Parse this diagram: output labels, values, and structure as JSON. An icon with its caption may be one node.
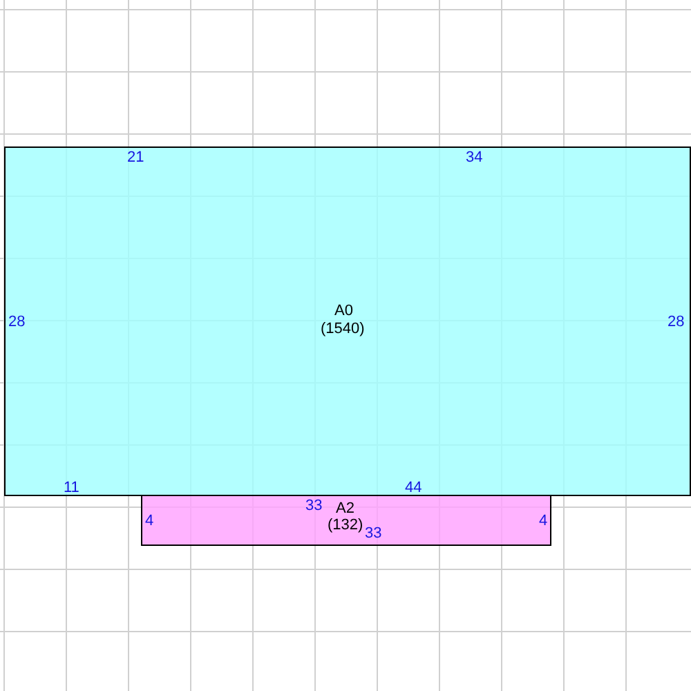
{
  "diagram": {
    "nodes": [
      {
        "text": [
          "21",
          "34",
          "28",
          "A0",
          "(1540)",
          "28",
          "11",
          "44"
        ]
      },
      {
        "text": [
          "33",
          "A2",
          "4",
          "(132)",
          "4",
          "33"
        ]
      }
    ]
  }
}
